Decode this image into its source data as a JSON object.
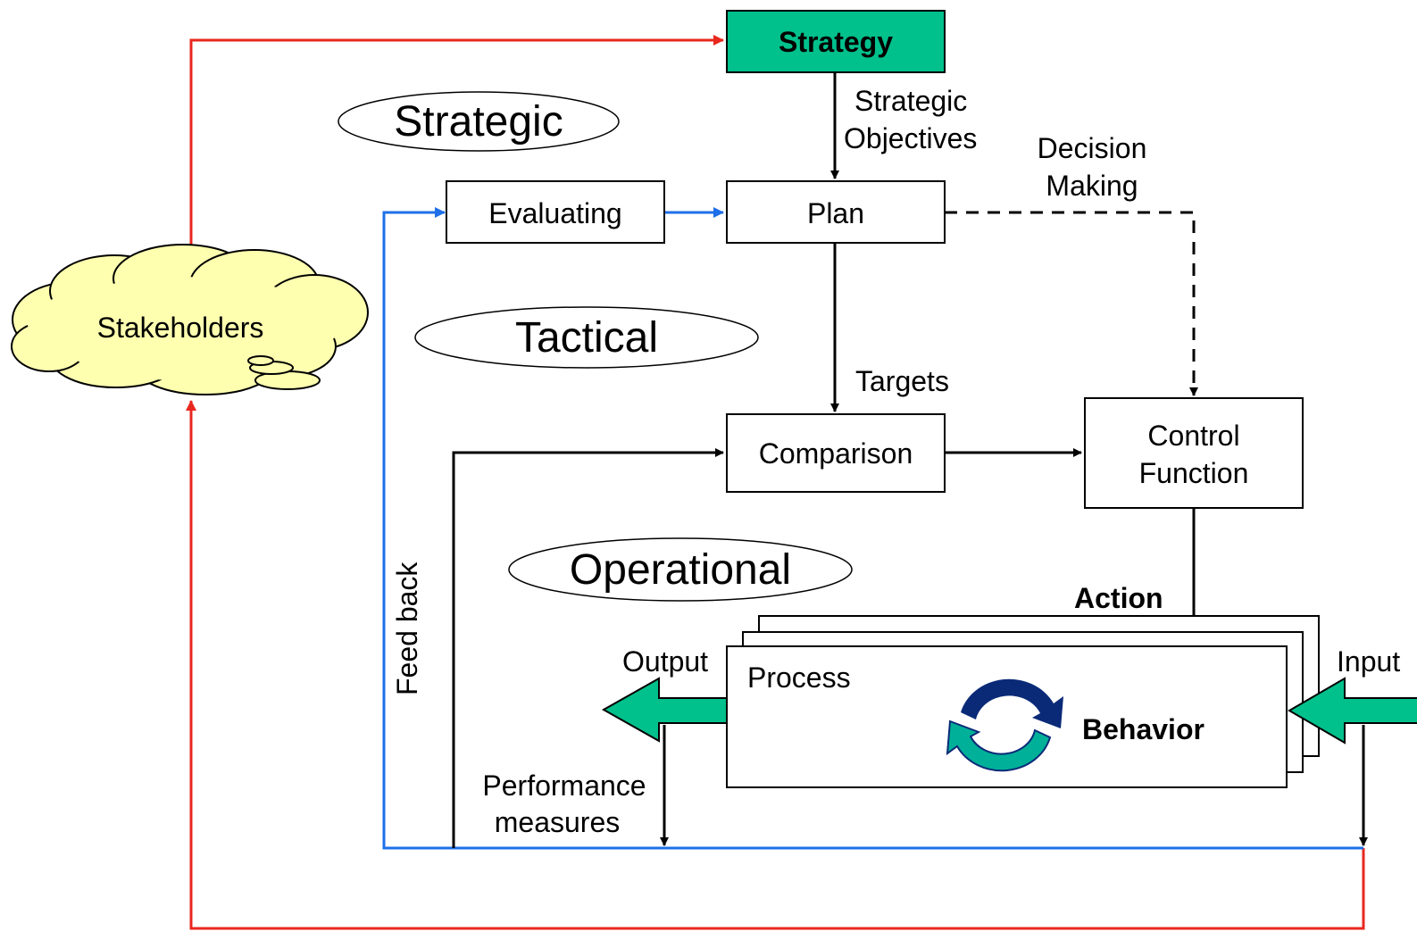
{
  "colors": {
    "strategy_fill": "#00C08C",
    "cloud_fill": "#FFFFB0",
    "red_line": "#E8281E",
    "blue_line": "#1E6FE8",
    "arrow_teal": "#00C08C",
    "cycle_navy": "#0A2A78",
    "cycle_teal": "#00B098"
  },
  "icons": [
    "cloud-shape",
    "cycle-icon",
    "teal-block-arrow"
  ],
  "levels": {
    "strategic": "Strategic",
    "tactical": "Tactical",
    "operational": "Operational"
  },
  "boxes": {
    "strategy": "Strategy",
    "evaluating": "Evaluating",
    "plan": "Plan",
    "comparison": "Comparison",
    "control_line1": "Control",
    "control_line2": "Function",
    "process": "Process",
    "behavior": "Behavior"
  },
  "stakeholders": "Stakeholders",
  "labels": {
    "strategic_objectives_1": "Strategic",
    "strategic_objectives_2": "Objectives",
    "decision_making_1": "Decision",
    "decision_making_2": "Making",
    "targets": "Targets",
    "action": "Action",
    "output": "Output",
    "input": "Input",
    "performance_1": "Performance",
    "performance_2": "measures",
    "feedback": "Feed back"
  }
}
